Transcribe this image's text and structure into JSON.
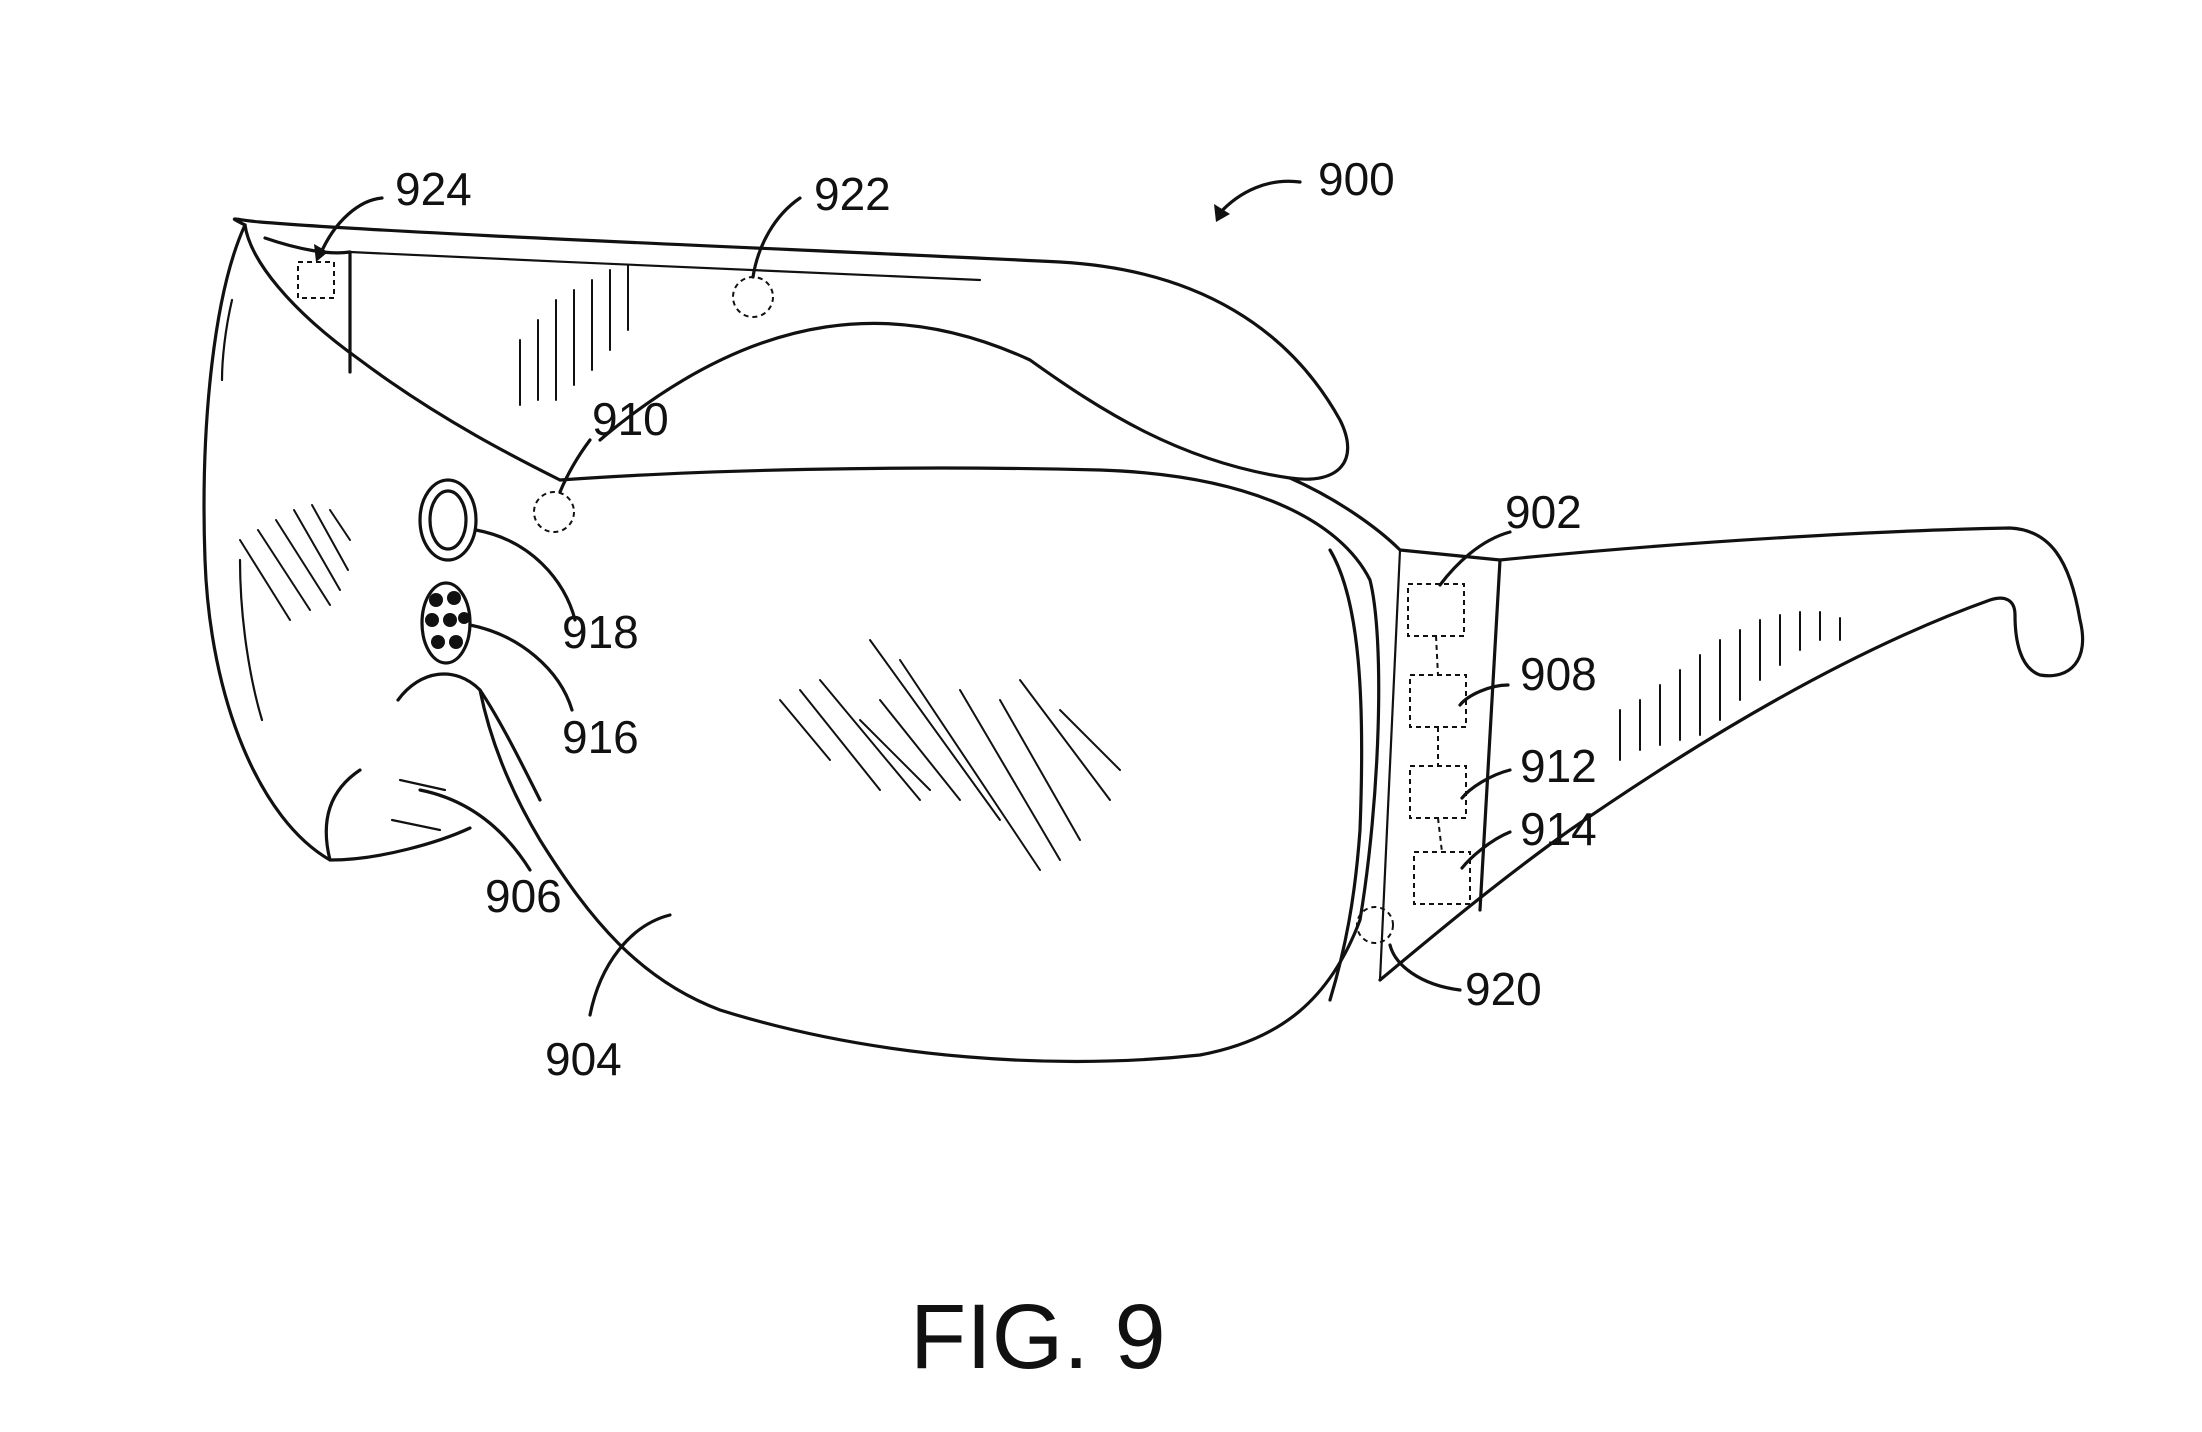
{
  "figure": {
    "caption": "FIG. 9"
  },
  "labels": {
    "device": "900",
    "frame": "902",
    "lens": "904",
    "nose_pad": "906",
    "component_908": "908",
    "sensor_910": "910",
    "component_912": "912",
    "component_914": "914",
    "microphone": "916",
    "camera": "918",
    "sensor_920": "920",
    "sensor_922": "922",
    "component_924": "924"
  },
  "colors": {
    "ink": "#111111",
    "paper": "#ffffff"
  }
}
